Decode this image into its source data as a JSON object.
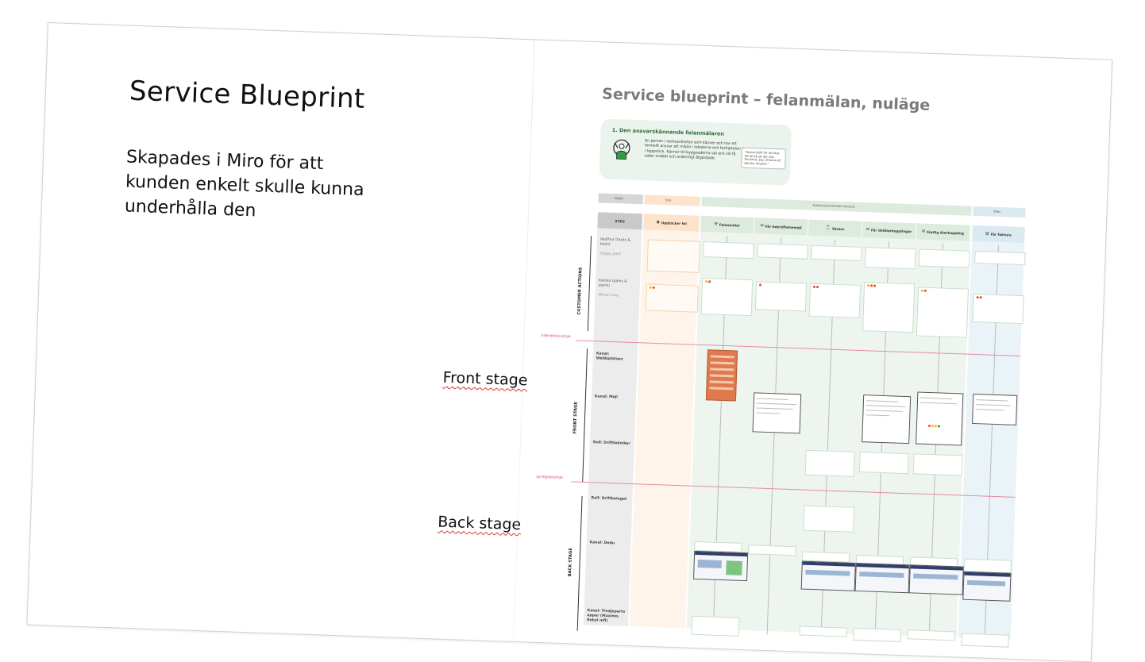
{
  "slide": {
    "title": "Service Blueprint",
    "subtitle": "Skapades i Miro för att kunden enkelt skulle kunna underhålla den",
    "front_stage": "Front stage",
    "back_stage": "Back stage"
  },
  "blueprint": {
    "title": "Service blueprint – felanmälan, nuläge",
    "persona": {
      "title": "1. Den ansvarskännande felanmälaren",
      "description": "En person i verksamheten som känner och har ett formellt ansvar att miljön i lokalerna och fastigheten är i toppskick. Känner till byggnaderna väl och vill få saker snabbt och ordentligt åtgärdade.",
      "quote": "\"Ansvarsfullt för att lösa ett fel så att det inte förvärras. Jag vill bara att det ska fungera.\""
    },
    "phases": {
      "label": "FASER",
      "fore": "Före",
      "during": "Felanmälan/ärendet hanteras",
      "after": "Efter"
    },
    "steps_label": "STEG",
    "steps": [
      {
        "label": "Upptäcker fel",
        "icon": "eye-icon"
      },
      {
        "label": "Felanmäler",
        "icon": "hammer-icon"
      },
      {
        "label": "Får bekräftelsemejl",
        "icon": "mail-icon"
      },
      {
        "label": "Väntar",
        "icon": "hourglass-icon"
      },
      {
        "label": "Får delåterkopplingar",
        "icon": "mail-icon"
      },
      {
        "label": "Slutlig återkoppling",
        "icon": "mail-icon"
      },
      {
        "label": "Får faktura",
        "icon": "document-icon"
      }
    ],
    "rows": {
      "customer_actions": "CUSTOMER ACTIONS",
      "front_stage": "FRONT STAGE",
      "back_stage": "BACK STAGE",
      "vad_hur": "Vad/hur (tasks & tools)",
      "happy_path": "Happy path",
      "kansla": "Känsla (gains & pains)",
      "worst_case": "Worst case",
      "interaktionslinje": "Interaktionslinje",
      "kanal_webb": "Kanal: Webbplatsen",
      "kanal_mejl": "Kanal: Mejl",
      "roll_drifttekniker": "Roll: Drifttekniker",
      "synlighetslinje": "Synlighetslinje",
      "roll_driftbolaget": "Roll: Driftbolaget",
      "kanal_dedu": "Kanal: Dedu",
      "kanal_tredjeparts": "Kanal: Tredjeparts appar (Maximo, Rekyl mfl)"
    }
  }
}
